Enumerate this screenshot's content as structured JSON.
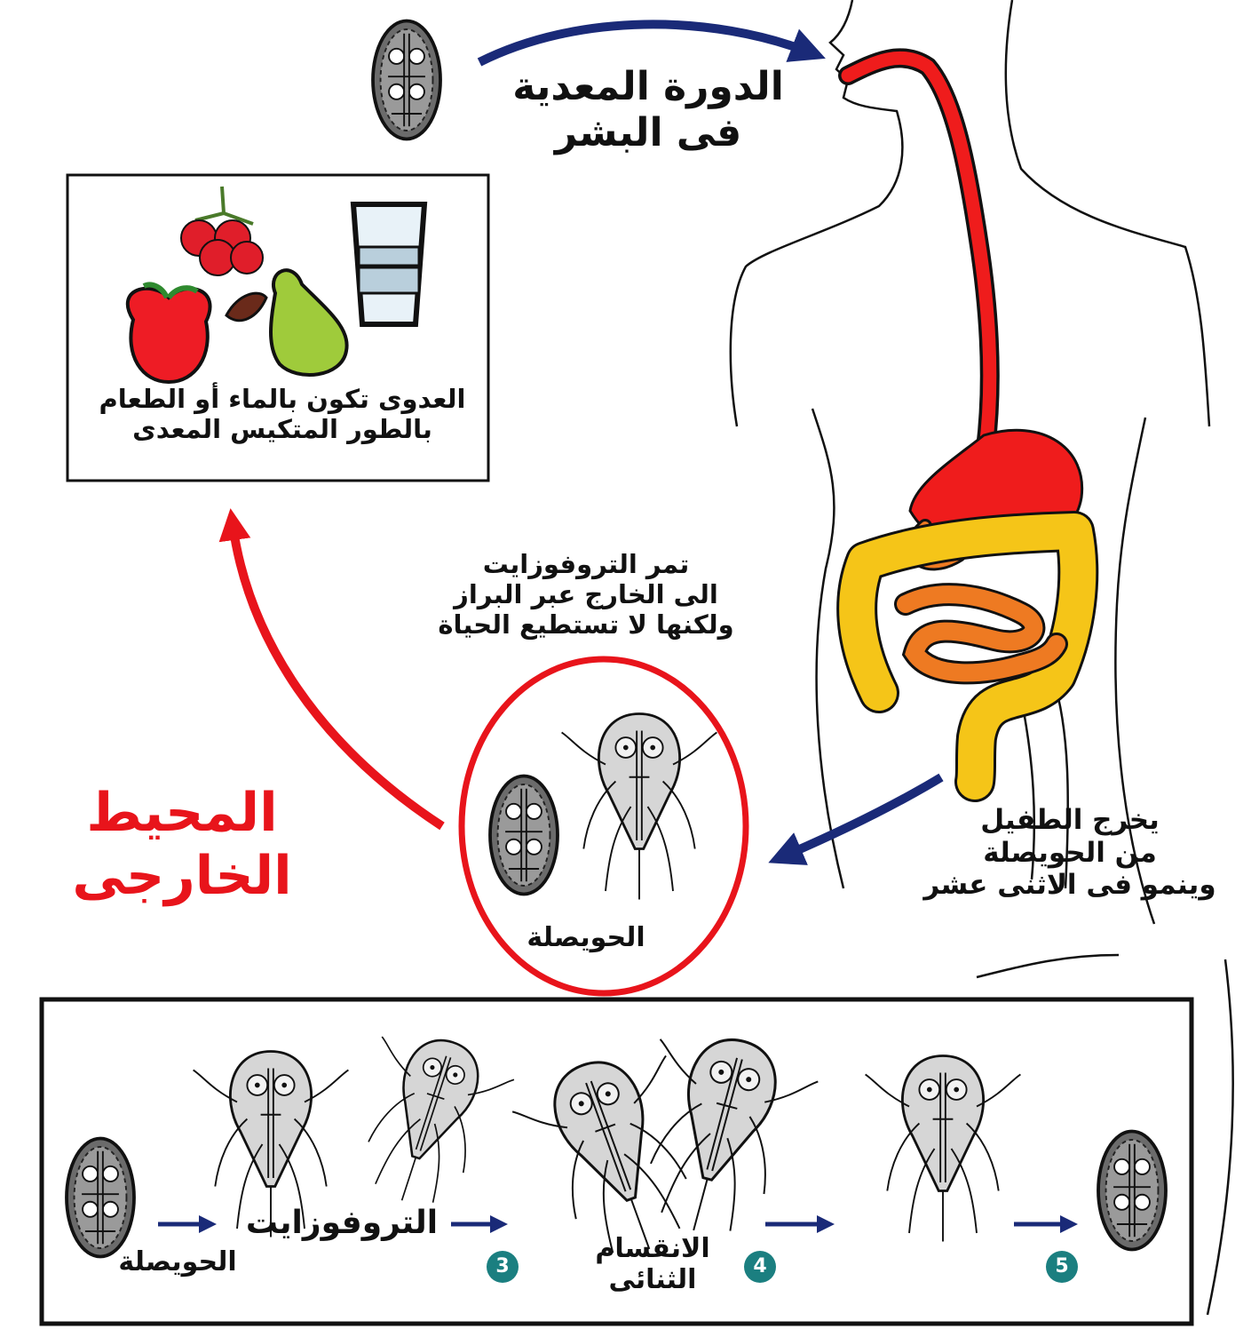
{
  "title": "الدورة المعدية فى البشر",
  "food_box": {
    "caption_line1": "العدوى تكون بالماء أو الطعام",
    "caption_line2": "بالطور المتكيس المعدى"
  },
  "trophozoite_note": {
    "line1": "تمر التروفوزايت",
    "line2": "الى الخارج عبر البراز",
    "line3": "ولكنها لا تستطيع الحياة"
  },
  "environment_label": "المحيط الخارجى",
  "exit_note": {
    "line1": "يخرج الطفيل",
    "line2": "من الحويصلة",
    "line3": "وينمو فى الاثنى عشر"
  },
  "circle_cyst_label": "الحويصلة",
  "stages": {
    "cyst_label": "الحويصلة",
    "trophozoite_label": "التروفوزايت",
    "division_line1": "الانقسام",
    "division_line2": "الثنائى",
    "step3": "3",
    "step4": "4",
    "step5": "5"
  },
  "colors": {
    "cycle_arrow": "#e8141b",
    "flow_arrow": "#1a2a78",
    "esophagus": "#ef1c1c",
    "colon": "#f5c518",
    "small_intestine": "#ee7a22"
  },
  "icons": [
    "cyst-icon",
    "trophozoite-icon",
    "water-glass-icon",
    "apple-icon",
    "pear-icon",
    "raspberry-icon",
    "stomach-icon"
  ]
}
